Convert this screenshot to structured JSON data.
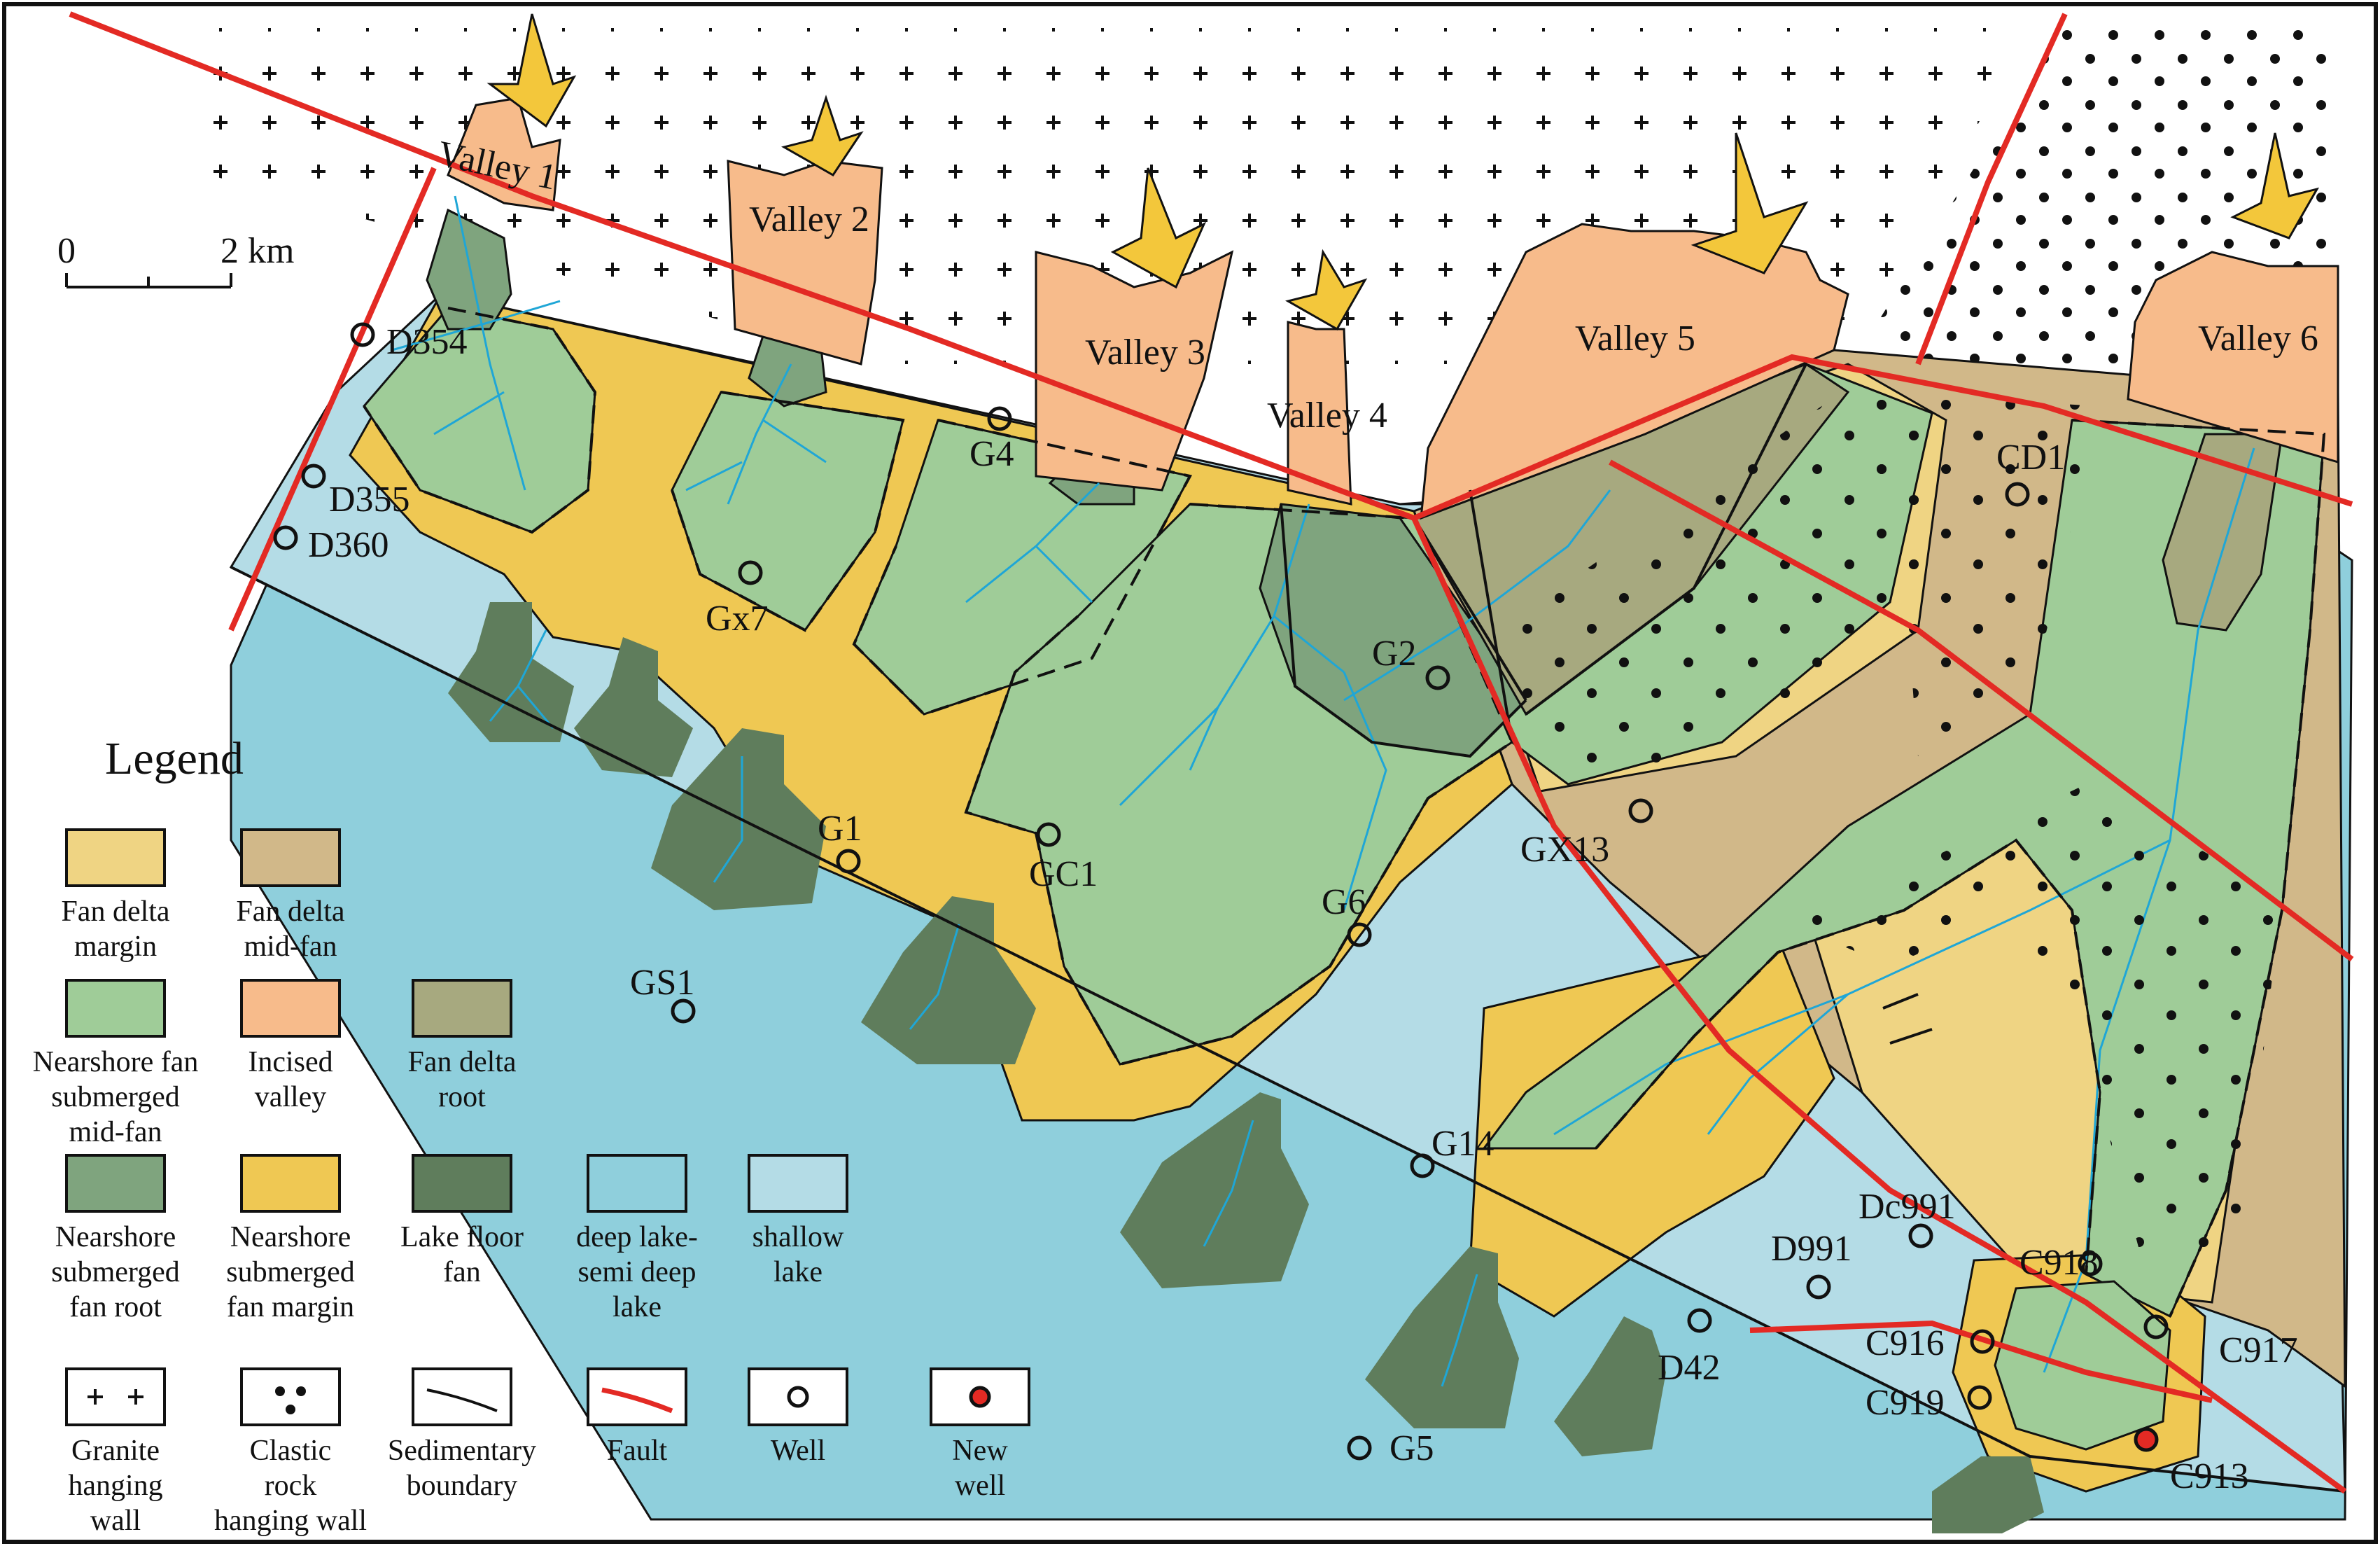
{
  "colors": {
    "granite_fill": "#ffffff",
    "clastic_fill": "#ffffff",
    "valley": "#f7bb8b",
    "fan_delta_margin": "#efd483",
    "fan_delta_midfan": "#d1b889",
    "nearshore_midfan": "#9fcc98",
    "fan_delta_root": "#a7a97f",
    "nearshore_fan_root": "#7fa47e",
    "nearshore_fan_margin": "#efc853",
    "lake_floor_fan": "#5f7d5c",
    "deep_lake": "#8fcfdc",
    "shallow_lake": "#b4dce6",
    "fault": "#e32a24",
    "boundary": "#111111",
    "channel": "#1fa6d6",
    "arrow": "#f3c73b",
    "new_well": "#e32a24"
  },
  "scale_bar": {
    "zero_label": "0",
    "end_label": "2 km"
  },
  "valleys": [
    {
      "id": "valley-1",
      "label": "Valley 1"
    },
    {
      "id": "valley-2",
      "label": "Valley 2"
    },
    {
      "id": "valley-3",
      "label": "Valley 3"
    },
    {
      "id": "valley-4",
      "label": "Valley 4"
    },
    {
      "id": "valley-5",
      "label": "Valley 5"
    },
    {
      "id": "valley-6",
      "label": "Valley 6"
    }
  ],
  "wells": [
    {
      "name": "D354",
      "new": false
    },
    {
      "name": "D355",
      "new": false
    },
    {
      "name": "D360",
      "new": false
    },
    {
      "name": "Gx7",
      "new": false
    },
    {
      "name": "G4",
      "new": false
    },
    {
      "name": "G2",
      "new": false
    },
    {
      "name": "CD1",
      "new": false
    },
    {
      "name": "GX13",
      "new": false
    },
    {
      "name": "G1",
      "new": false
    },
    {
      "name": "GC1",
      "new": false
    },
    {
      "name": "G6",
      "new": false
    },
    {
      "name": "GS1",
      "new": false
    },
    {
      "name": "G14",
      "new": false
    },
    {
      "name": "Dc991",
      "new": false
    },
    {
      "name": "D991",
      "new": false
    },
    {
      "name": "C918",
      "new": false
    },
    {
      "name": "D42",
      "new": false
    },
    {
      "name": "C916",
      "new": false
    },
    {
      "name": "C917",
      "new": false
    },
    {
      "name": "C919",
      "new": false
    },
    {
      "name": "C913",
      "new": true
    },
    {
      "name": "G5",
      "new": false
    }
  ],
  "legend": {
    "title": "Legend",
    "items": [
      {
        "key": "fan-delta-margin",
        "lines": [
          "Fan delta",
          "margin"
        ],
        "swatch": "fan_delta_margin"
      },
      {
        "key": "fan-delta-midfan",
        "lines": [
          "Fan delta",
          "mid-fan"
        ],
        "swatch": "fan_delta_midfan"
      },
      {
        "key": "nearshore-midfan",
        "lines": [
          "Nearshore fan",
          "submerged",
          "mid-fan"
        ],
        "swatch": "nearshore_midfan"
      },
      {
        "key": "incised-valley",
        "lines": [
          "Incised",
          "valley"
        ],
        "swatch": "valley"
      },
      {
        "key": "fan-delta-root",
        "lines": [
          "Fan delta",
          "root"
        ],
        "swatch": "fan_delta_root"
      },
      {
        "key": "nearshore-root",
        "lines": [
          "Nearshore",
          "submerged",
          "fan  root"
        ],
        "swatch": "nearshore_fan_root"
      },
      {
        "key": "nearshore-margin",
        "lines": [
          "Nearshore",
          "submerged",
          "fan margin"
        ],
        "swatch": "nearshore_fan_margin"
      },
      {
        "key": "lake-floor-fan",
        "lines": [
          "Lake floor",
          "fan"
        ],
        "swatch": "lake_floor_fan"
      },
      {
        "key": "deep-lake",
        "lines": [
          "deep lake-",
          "semi deep",
          "lake"
        ],
        "swatch": "deep_lake"
      },
      {
        "key": "shallow-lake",
        "lines": [
          "shallow",
          "lake"
        ],
        "swatch": "shallow_lake"
      },
      {
        "key": "granite",
        "lines": [
          "Granite",
          "hanging",
          "wall"
        ],
        "symbol": "plus"
      },
      {
        "key": "clastic",
        "lines": [
          "Clastic",
          "rock",
          "hanging wall"
        ],
        "symbol": "dots"
      },
      {
        "key": "sedimentary-boundary",
        "lines": [
          "Sedimentary",
          "boundary"
        ],
        "symbol": "curve"
      },
      {
        "key": "fault",
        "lines": [
          "Fault"
        ],
        "symbol": "fault"
      },
      {
        "key": "well",
        "lines": [
          "Well"
        ],
        "symbol": "well"
      },
      {
        "key": "new-well",
        "lines": [
          "New",
          "well"
        ],
        "symbol": "newwell"
      }
    ]
  }
}
